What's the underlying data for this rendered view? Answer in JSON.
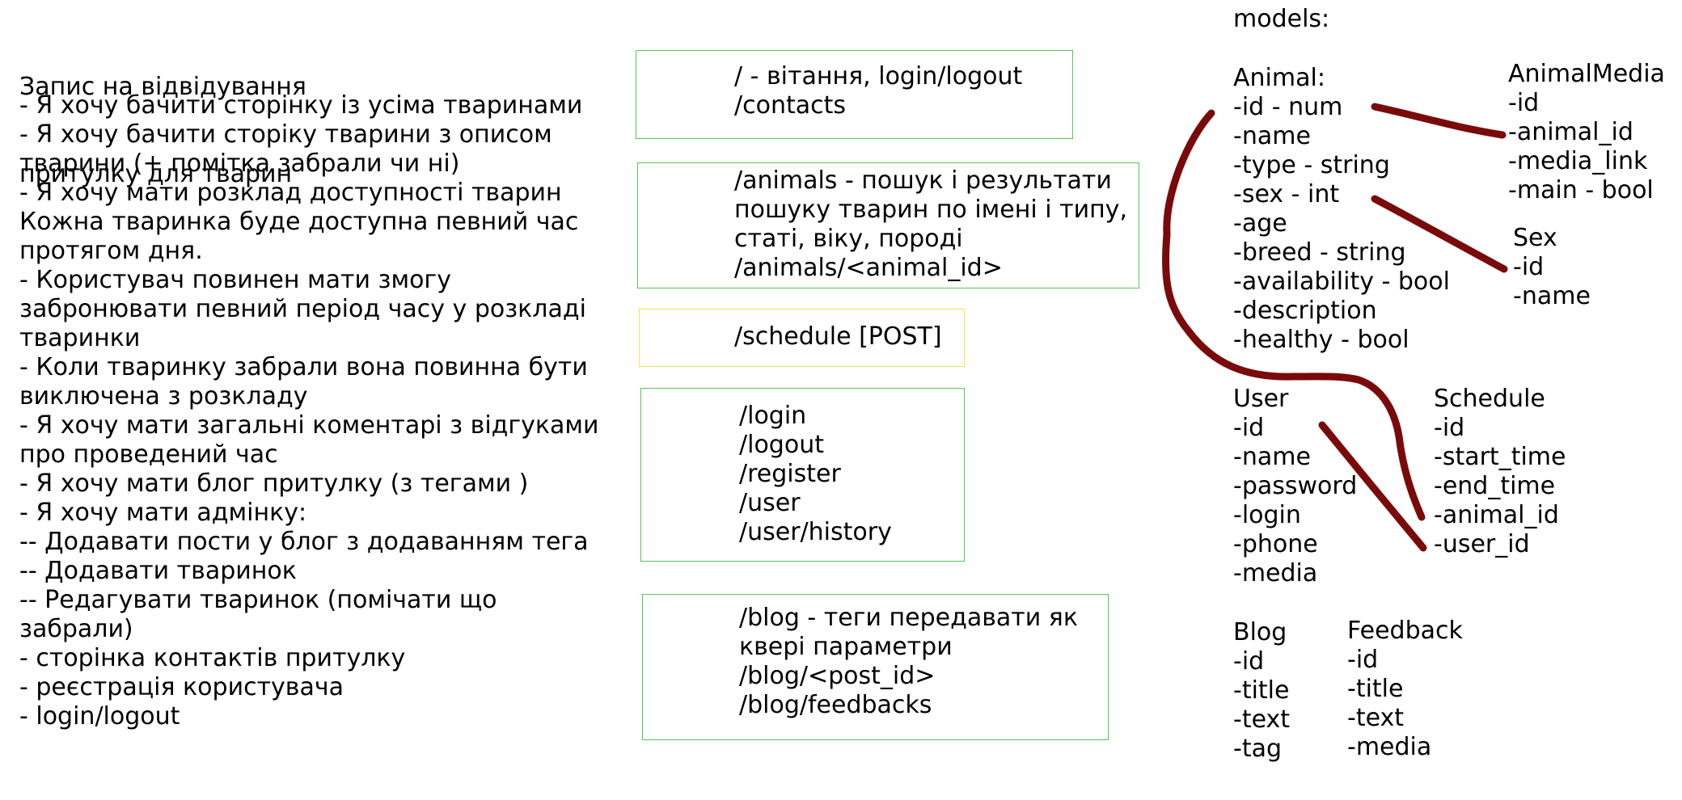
{
  "requirements": {
    "title": [
      "Запис на відвідування",
      "притулку для тварин"
    ],
    "items": [
      "- Я хочу бачити сторінку із усіма тваринами",
      "- Я хочу бачити сторіку тварини з описом",
      "тварини (+ помітка забрали чи ні)",
      "- Я хочу мати розклад доступності тварин",
      "Кожна тваринка буде доступна певний час",
      "протягом дня.",
      "- Користувач повинен мати змогу",
      "забронювати певний період часу у розкладі",
      "тваринки",
      "- Коли тваринку забрали вона повинна бути",
      "виключена з розкладу",
      "- Я хочу мати загальні коментарі з відгуками",
      "про проведений час",
      "- Я хочу мати блог притулку (з тегами )",
      "- Я хочу мати адмінку:",
      "-- Додавати пости у блог з додаванням тега",
      "-- Додавати тваринок",
      "-- Редагувати тваринок (помічати що",
      "забрали)",
      "",
      "- сторінка контактів притулку",
      "- реєстрація користувача",
      "- login/logout"
    ]
  },
  "routes": [
    {
      "lines": [
        "/ - вітання, login/logout",
        "/contacts"
      ]
    },
    {
      "lines": [
        "/animals - пошук і результати",
        "пошуку тварин по імені і типу,",
        "статі, віку, породі",
        "/animals/<animal_id>"
      ]
    },
    {
      "lines": [
        "/schedule [POST]"
      ]
    },
    {
      "lines": [
        "/login",
        "/logout",
        "/register",
        "/user",
        "/user/history"
      ]
    },
    {
      "lines": [
        "/blog - теги передавати як",
        "квері параметри",
        "/blog/<post_id>",
        "/blog/feedbacks"
      ]
    }
  ],
  "models": {
    "heading": "models:",
    "entities": [
      {
        "key": "animal",
        "name": "Animal:",
        "fields": [
          "-id - num",
          "-name",
          "-type - string",
          "-sex - int",
          "-age",
          "-breed - string",
          "-availability - bool",
          "-description",
          "-healthy - bool"
        ]
      },
      {
        "key": "animal-media",
        "name": "AnimalMedia",
        "fields": [
          "-id",
          "-animal_id",
          "-media_link",
          "-main - bool"
        ]
      },
      {
        "key": "sex",
        "name": "Sex",
        "fields": [
          "-id",
          "-name"
        ]
      },
      {
        "key": "user",
        "name": "User",
        "fields": [
          "-id",
          "-name",
          "-password",
          "-login",
          "-phone",
          "-media"
        ]
      },
      {
        "key": "schedule",
        "name": "Schedule",
        "fields": [
          "-id",
          "-start_time",
          "-end_time",
          "-animal_id",
          "-user_id"
        ]
      },
      {
        "key": "blog",
        "name": "Blog",
        "fields": [
          "-id",
          "-title",
          "-text",
          "-tag"
        ]
      },
      {
        "key": "feedback",
        "name": "Feedback",
        "fields": [
          "-id",
          "-title",
          "-text",
          "-media"
        ]
      }
    ]
  },
  "colors": {
    "route_box_border": "#55c45a",
    "schedule_box_border": "#f2e25a",
    "link_stroke": "#7a0a0a"
  }
}
